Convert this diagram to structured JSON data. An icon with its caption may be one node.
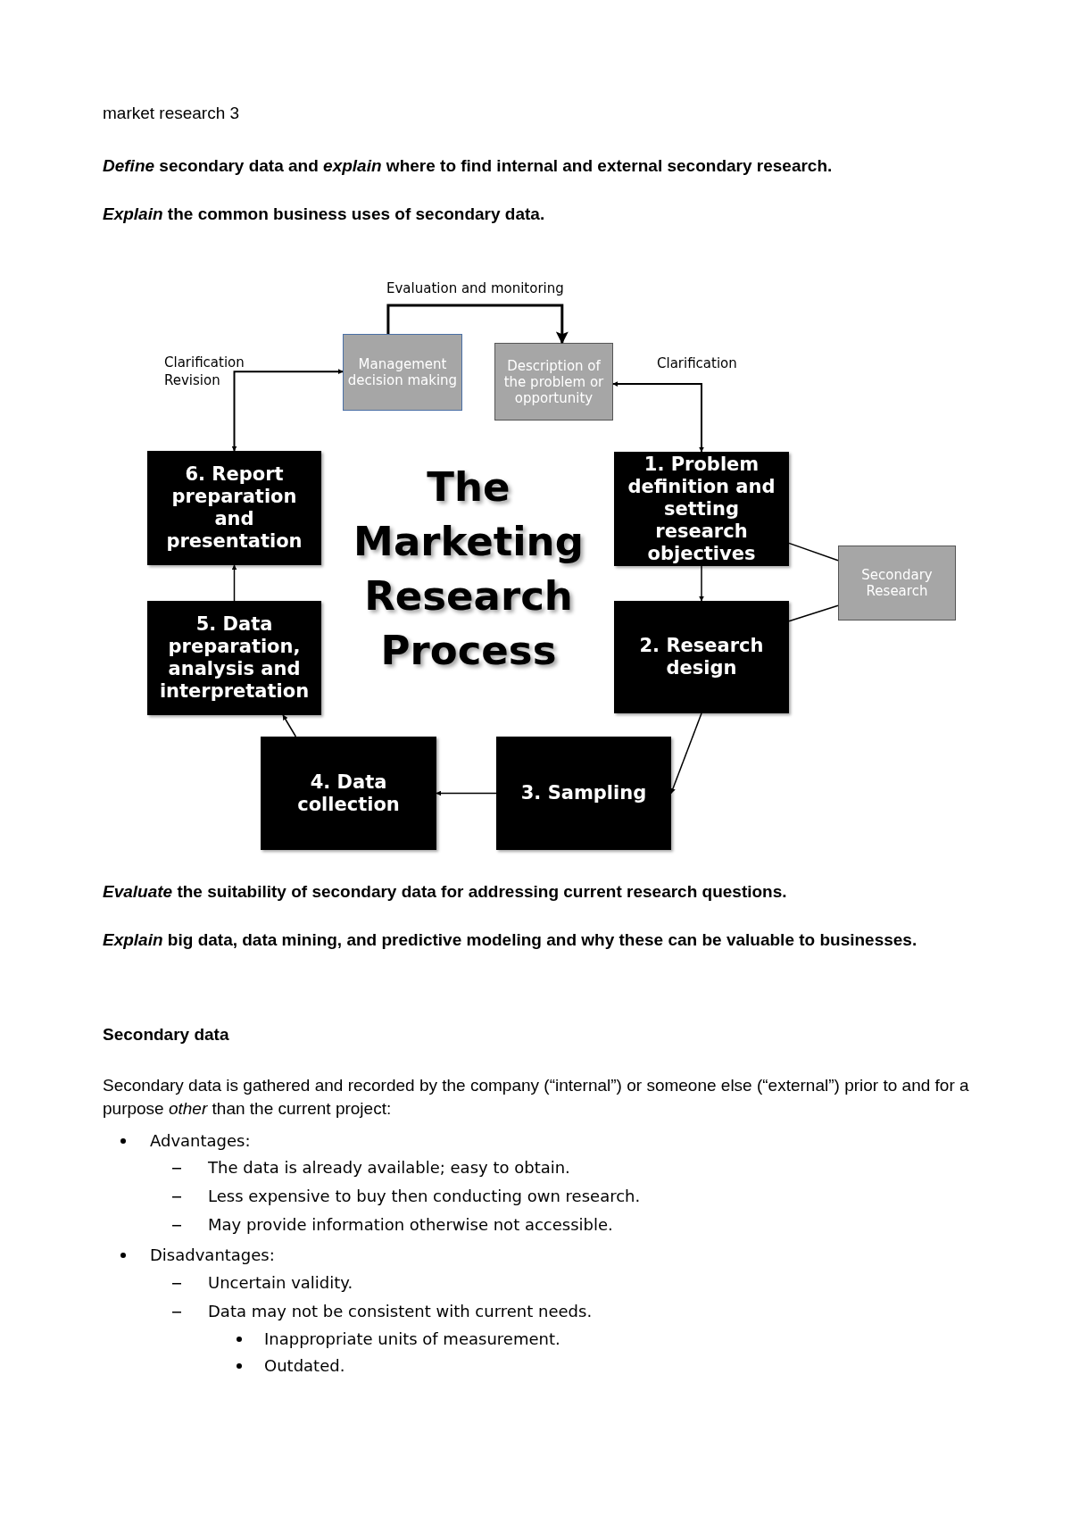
{
  "diagram": {
    "title": "market research 3",
    "nodes": [
      {
        "text": [
          "Management decision making"
        ]
      },
      {
        "text": [
          "Description of the problem or opportunity"
        ]
      },
      {
        "text": [
          "6. Report preparation and presentation"
        ]
      },
      {
        "text": [
          "1. Problem definition and setting research objectives"
        ]
      },
      {
        "text": [
          "Secondary Research"
        ]
      },
      {
        "text": [
          "5. Data preparation, analysis and interpretation"
        ]
      },
      {
        "text": [
          "2. Research design"
        ]
      },
      {
        "text": [
          "4. Data collection"
        ]
      },
      {
        "text": [
          "3. Sampling"
        ]
      }
    ],
    "edges": [
      {
        "from": 0,
        "to": 1,
        "arrow": "to",
        "label": "Evaluation and monitoring"
      },
      {
        "from": 1,
        "to": 3,
        "arrow": "both",
        "label": "Clarification"
      },
      {
        "from": 0,
        "to": 2,
        "arrow": "both",
        "label": "Clarification Revision"
      },
      {
        "from": 3,
        "to": 6,
        "arrow": "to"
      },
      {
        "from": 6,
        "to": 8,
        "arrow": "to"
      },
      {
        "from": 8,
        "to": 7,
        "arrow": "to"
      },
      {
        "from": 7,
        "to": 5,
        "arrow": "to"
      },
      {
        "from": 5,
        "to": 2,
        "arrow": "to"
      },
      {
        "from": 3,
        "to": 4,
        "arrow": "none"
      },
      {
        "from": 6,
        "to": 4,
        "arrow": "none"
      }
    ],
    "labels": [
      "*Define* secondary data and *explain* where to find internal and external secondary research.",
      "*Explain* the common business uses of secondary data.",
      "The Marketing Research Process",
      "*Evaluate* the suitability of secondary data for addressing current research questions.",
      "*Explain* big data, data mining, and predictive modeling and why these can be valuable to businesses.",
      "Secondary data",
      "Secondary data is gathered and recorded by the company (“internal”) or someone else (“external”) prior to and for a purpose *other* than the current project:",
      "Advantages:",
      "The data is already available; easy to obtain.",
      "Less expensive to buy then conducting own research.",
      "May provide information otherwise not accessible.",
      "Disadvantages:",
      "Uncertain validity.",
      "Data may not be consistent with current needs.",
      "Inappropriate units of measurement.",
      "Outdated."
    ]
  }
}
